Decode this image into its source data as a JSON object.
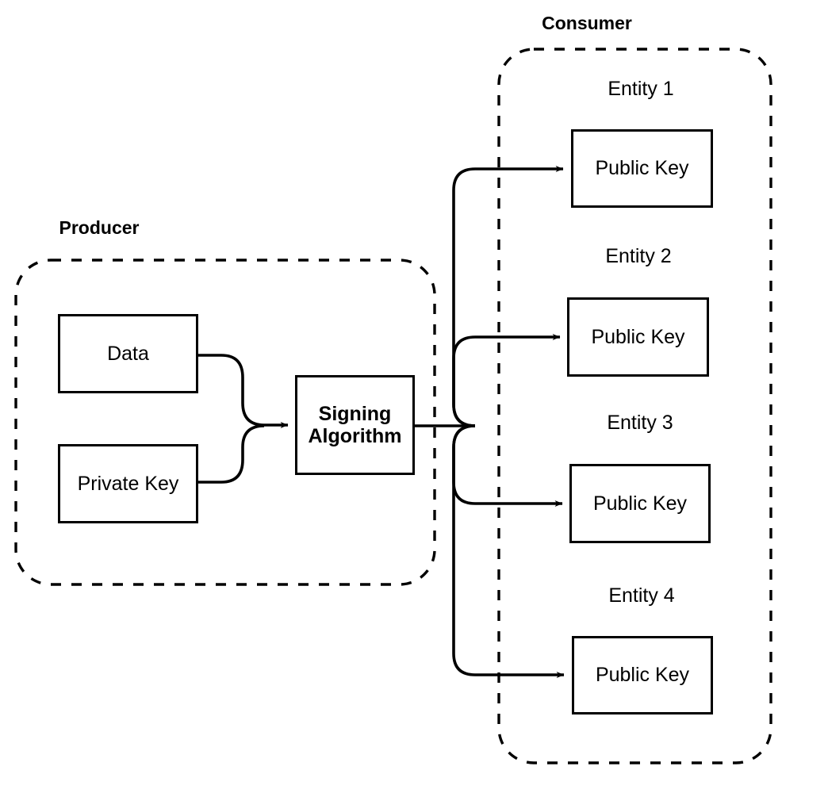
{
  "diagram": {
    "title_producer": "Producer",
    "title_consumer": "Consumer",
    "groups": [
      {
        "id": "producer",
        "label": "Producer",
        "style": "dashed-rounded-rect",
        "nodes": [
          "Data",
          "Private Key",
          "Signing Algorithm"
        ]
      },
      {
        "id": "consumer",
        "label": "Consumer",
        "style": "dashed-rounded-rect",
        "nodes": [
          "Public Key",
          "Public Key",
          "Public Key",
          "Public Key"
        ]
      }
    ],
    "producer": {
      "label": "Producer",
      "data_box": {
        "label": "Data"
      },
      "private_key_box": {
        "label": "Private Key"
      },
      "signing_box": {
        "line1": "Signing",
        "line2": "Algorithm"
      }
    },
    "consumer": {
      "label": "Consumer",
      "entities": [
        {
          "label": "Entity 1",
          "key_label": "Public Key"
        },
        {
          "label": "Entity 2",
          "key_label": "Public Key"
        },
        {
          "label": "Entity 3",
          "key_label": "Public Key"
        },
        {
          "label": "Entity 4",
          "key_label": "Public Key"
        }
      ]
    },
    "edges": [
      {
        "from": "Data",
        "to": "Signing Algorithm",
        "arrow": true
      },
      {
        "from": "Private Key",
        "to": "Signing Algorithm",
        "arrow": true
      },
      {
        "from": "Signing Algorithm",
        "to": "Entity 1 Public Key",
        "arrow": true
      },
      {
        "from": "Signing Algorithm",
        "to": "Entity 2 Public Key",
        "arrow": true
      },
      {
        "from": "Signing Algorithm",
        "to": "Entity 3 Public Key",
        "arrow": true
      },
      {
        "from": "Signing Algorithm",
        "to": "Entity 4 Public Key",
        "arrow": true
      }
    ],
    "colors": {
      "stroke": "#000000",
      "background": "#ffffff",
      "text": "#000000"
    }
  }
}
